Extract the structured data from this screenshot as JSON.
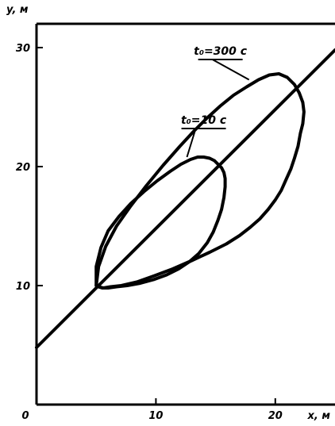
{
  "chart_data": {
    "type": "line",
    "title": "",
    "xlabel": "x, м",
    "ylabel": "y, м",
    "xlim": [
      0,
      25
    ],
    "ylim": [
      0,
      32
    ],
    "x_ticks": [
      {
        "value": 0,
        "label": "0"
      },
      {
        "value": 10,
        "label": "10"
      },
      {
        "value": 20,
        "label": "20"
      }
    ],
    "y_ticks": [
      {
        "value": 10,
        "label": "10"
      },
      {
        "value": 20,
        "label": "20"
      },
      {
        "value": 30,
        "label": "30"
      }
    ],
    "grid": false,
    "series": [
      {
        "kind": "line",
        "x": [
          0,
          25
        ],
        "y": [
          4.8,
          29.8
        ]
      },
      {
        "kind": "closed-curve",
        "x": [
          5.0,
          5.2,
          5.8,
          6.7,
          7.9,
          9.2,
          10.6,
          12.0,
          13.2,
          14.3,
          15.4,
          16.5,
          17.6,
          18.6,
          19.5,
          20.3,
          21.0,
          21.6,
          22.0,
          22.3,
          22.4,
          22.3,
          22.1,
          21.9,
          21.6,
          21.3,
          20.9,
          20.5,
          20.0,
          19.4,
          18.7,
          17.9,
          17.0,
          15.9,
          14.5,
          13.0,
          11.4,
          9.8,
          8.4,
          7.1,
          6.2,
          5.6,
          5.2,
          5.0
        ],
        "y": [
          10.0,
          11.6,
          13.3,
          15.0,
          16.7,
          18.4,
          20.1,
          21.7,
          23.0,
          24.1,
          25.1,
          26.0,
          26.7,
          27.3,
          27.7,
          27.8,
          27.5,
          26.9,
          26.2,
          25.4,
          24.6,
          23.6,
          22.8,
          21.7,
          20.7,
          19.8,
          18.9,
          18.0,
          17.2,
          16.4,
          15.6,
          14.9,
          14.2,
          13.5,
          12.8,
          12.1,
          11.4,
          10.8,
          10.3,
          10.0,
          9.9,
          9.8,
          9.9,
          10.0
        ]
      },
      {
        "kind": "closed-curve",
        "x": [
          5.0,
          5.0,
          5.4,
          6.0,
          6.9,
          7.9,
          9.0,
          10.1,
          11.2,
          12.1,
          12.9,
          13.5,
          14.0,
          14.5,
          14.9,
          15.2,
          15.5,
          15.7,
          15.8,
          15.8,
          15.7,
          15.5,
          15.2,
          14.8,
          14.3,
          13.6,
          12.8,
          11.9,
          10.9,
          9.8,
          8.7,
          7.6,
          6.7,
          6.0,
          5.5,
          5.2,
          5.0,
          5.0
        ],
        "y": [
          10.0,
          11.6,
          13.2,
          14.6,
          15.8,
          16.9,
          17.9,
          18.8,
          19.6,
          20.2,
          20.6,
          20.8,
          20.8,
          20.7,
          20.5,
          20.2,
          19.9,
          19.5,
          19.0,
          18.3,
          17.4,
          16.4,
          15.5,
          14.5,
          13.6,
          12.7,
          12.0,
          11.4,
          10.9,
          10.5,
          10.2,
          10.0,
          9.9,
          9.8,
          9.8,
          9.9,
          10.0,
          10.0
        ]
      }
    ],
    "annotations": [
      {
        "label": "t₀=300 с",
        "x": 15.4,
        "y": 29.4,
        "pointer_to": {
          "x": 17.8,
          "y": 27.3
        }
      },
      {
        "label": "t₀=10 с",
        "x": 14.0,
        "y": 23.6,
        "pointer_to": {
          "x": 12.6,
          "y": 20.8
        }
      }
    ]
  }
}
